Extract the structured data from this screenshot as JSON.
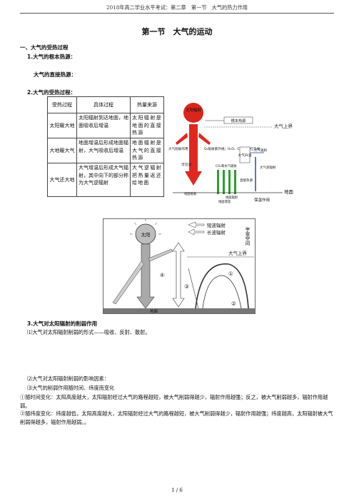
{
  "header": "2018年高二学业水平考试：第二章　第一节　大气的热力作用",
  "title": "第一节　大气的运动",
  "section1": "一、大气的受热过程",
  "s1": "1.大气的根本热源：",
  "s1b": "大气的直接热源：",
  "s2": "2.大气的受热过程：",
  "table": {
    "headers": [
      "受热过程",
      "具体过程",
      "热量来源"
    ],
    "rows": [
      [
        "太阳暖大地",
        "太阳辐射到达地面，地面吸收后增温",
        "太阳辐射是地面的直接热源"
      ],
      [
        "大地暖大气",
        "地面增温后形成地面辐射，大气吸收后增温",
        "地面辐射是大气的直接热源"
      ],
      [
        "大气还大地",
        "大气增温后形成大气辐射，其中向下的部分称为大气逆辐射",
        "大气逆辐射把热量返还给地面"
      ]
    ]
  },
  "diagram1": {
    "sun": "太阳辐射",
    "root_source": "根本热源",
    "upper_bound": "大气上界",
    "absorb_left": "大气削弱作用",
    "absorb_mid": "O₃吸收紫外线；H₂O、CO₂吸收红外线",
    "visible": "可见光",
    "atm_rise": "大气升温",
    "atm_rad": "大气辐射",
    "co2": "CO₂和水汽吸收",
    "direct": "直接热源",
    "back_rad": "大气逆辐射",
    "ground_absorb": "地面吸收",
    "ground_rad": "地面辐射",
    "ground_warm": "地面增温",
    "insulation": "保温作用",
    "ground": "地面"
  },
  "diagram2": {
    "legend_short": "短波辐射",
    "legend_long": "长波辐射",
    "space": "宇宙空间",
    "upper_bound": "大气上界",
    "sun": "太阳",
    "ground": "地面",
    "n1": "①",
    "n2": "②",
    "n3": "③",
    "n4": "④"
  },
  "s3": "3.大气对太阳辐射的削弱作用",
  "s3a": "⑴大气对太阳辐射削弱的形式——吸收、反射、散射。",
  "s3b": "⑵大气对太阳辐射削弱的影响因素：",
  "s3c": "⑶大气的削弱作用随时间、纬度而变化",
  "p1": "①随时间变化：太阳高度越大，太阳辐射经过大气的路程越短，被大气削弱得越少，辐射作用越强；反之，被大气削弱越多，辐射作用越弱。",
  "p2": "②随纬度变化：纬度越低，太阳高度越大，太阳辐射经过大气的路程越短，被大气削弱得越少，辐射作用越强；纬度越高，太阳辐射被大气削弱得越多，辐射作用越弱。。",
  "footer": "1 / 6"
}
